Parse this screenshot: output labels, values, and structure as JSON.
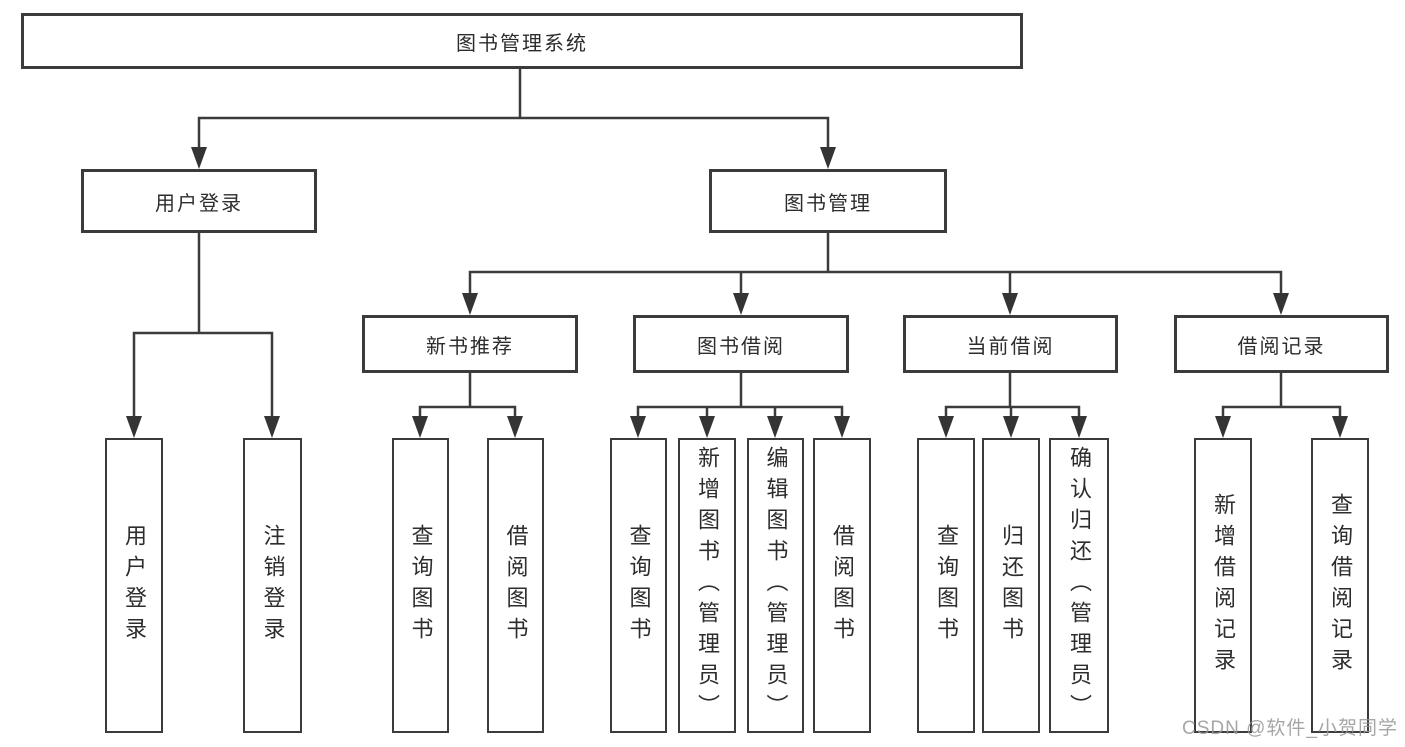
{
  "tree": {
    "label": "图书管理系统",
    "children": [
      {
        "label": "用户登录",
        "children": [
          {
            "label": "用户登录"
          },
          {
            "label": "注销登录"
          }
        ]
      },
      {
        "label": "图书管理",
        "children": [
          {
            "label": "新书推荐",
            "children": [
              {
                "label": "查询图书"
              },
              {
                "label": "借阅图书"
              }
            ]
          },
          {
            "label": "图书借阅",
            "children": [
              {
                "label": "查询图书"
              },
              {
                "label": "新增图书（管理员）"
              },
              {
                "label": "编辑图书（管理员）"
              },
              {
                "label": "借阅图书"
              }
            ]
          },
          {
            "label": "当前借阅",
            "children": [
              {
                "label": "查询图书"
              },
              {
                "label": "归还图书"
              },
              {
                "label": "确认归还（管理员）"
              }
            ]
          },
          {
            "label": "借阅记录",
            "children": [
              {
                "label": "新增借阅记录"
              },
              {
                "label": "查询借阅记录"
              }
            ]
          }
        ]
      }
    ]
  },
  "watermark": {
    "text": "CSDN @软件_小贺同学"
  },
  "colors": {
    "line": "#3b3b3b",
    "box_border": "#3b3b3b",
    "text": "#2d2d2d",
    "background": "#ffffff",
    "watermark_text": "#969696"
  }
}
